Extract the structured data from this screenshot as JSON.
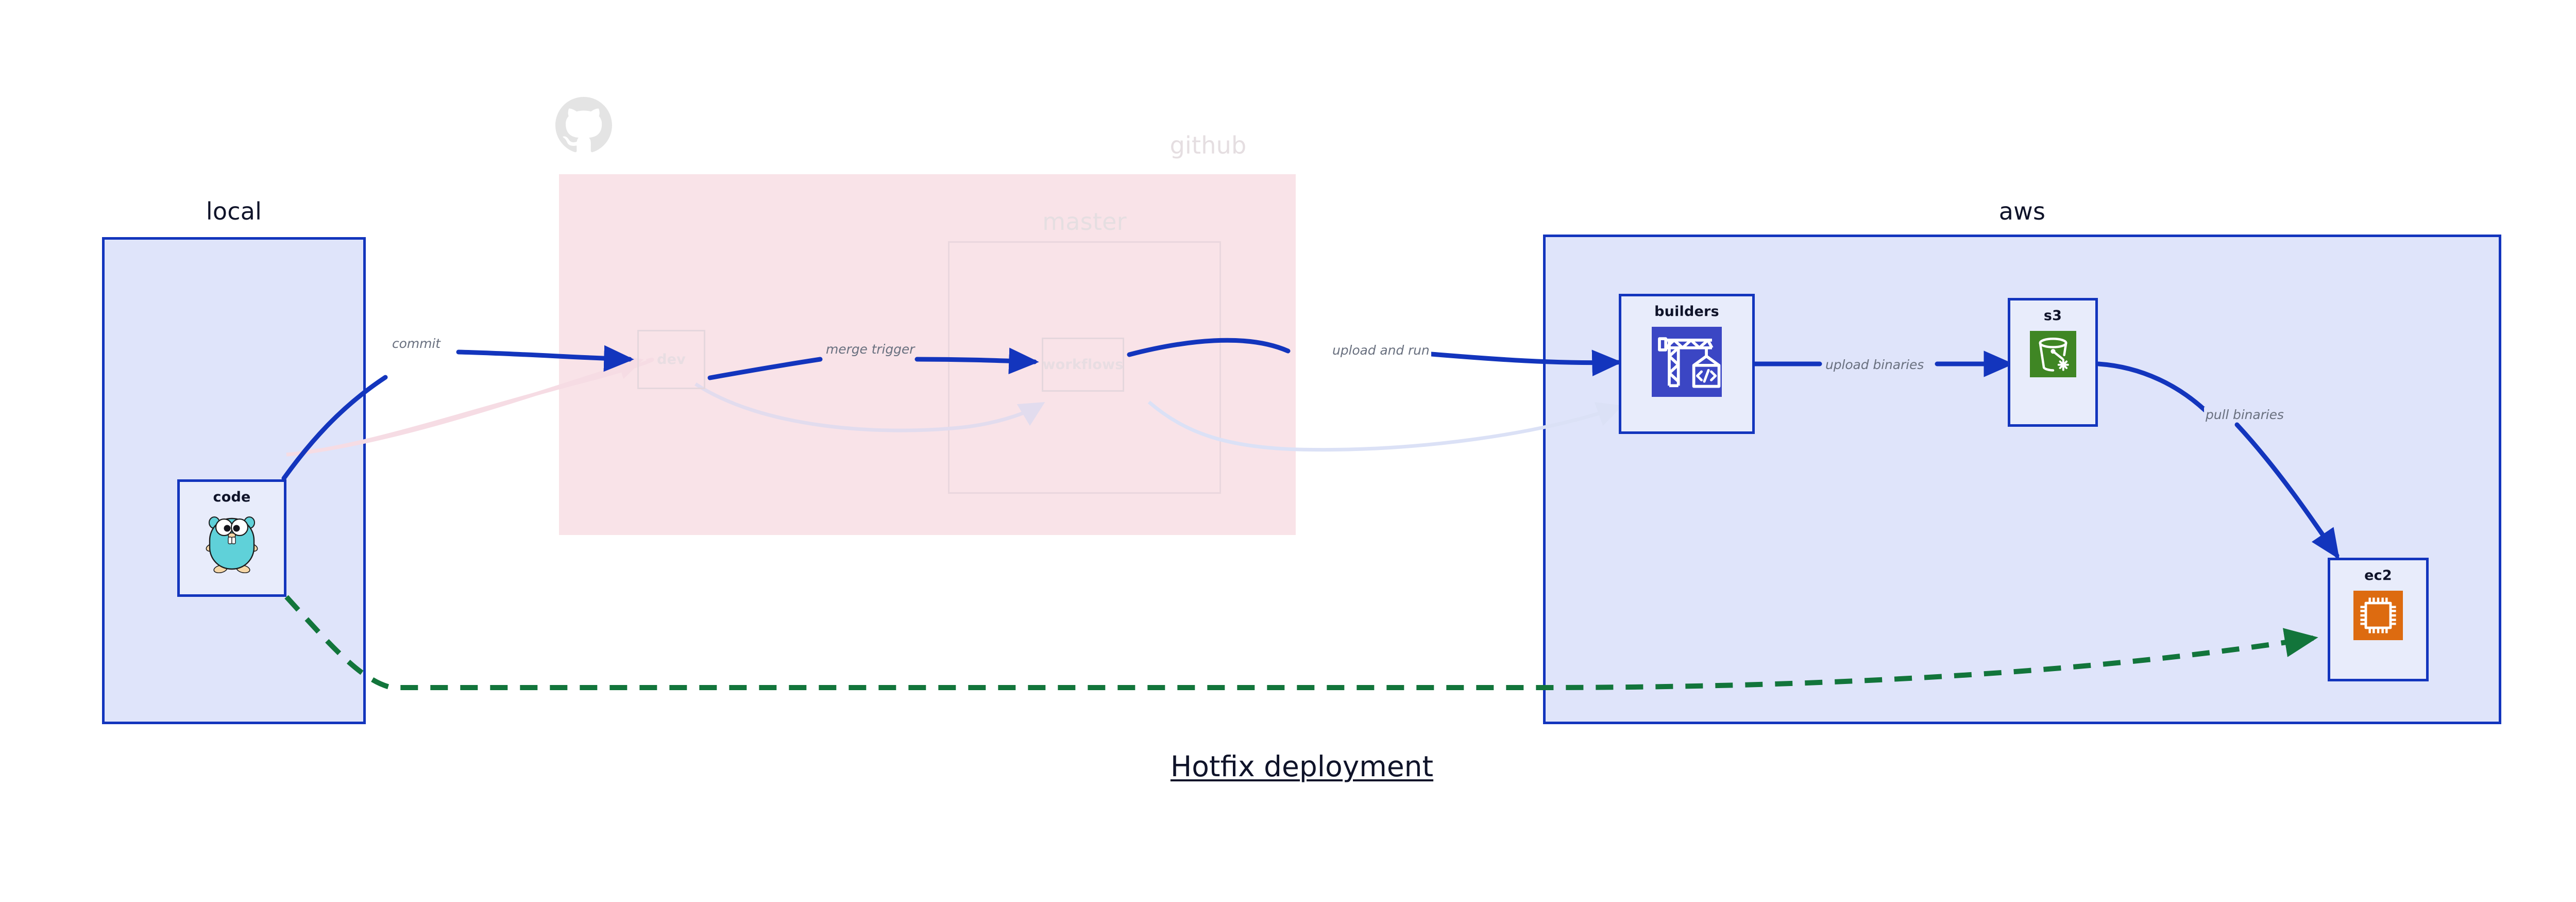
{
  "diagram": {
    "title": "Hotfix deployment",
    "colors": {
      "accent_blue": "#1335bd",
      "group_blue_fill": "#dfe4fa",
      "node_fill": "#e8ecfb",
      "github_pink_fill": "#f9e3e8",
      "edge_blue": "#1335bd",
      "edge_green": "#12753b",
      "label_gray": "#69707f",
      "text_dark": "#0f1329",
      "s3_green": "#3f8624",
      "ec2_orange": "#dd6b10",
      "builders_indigo": "#3b46c4",
      "gopher_cyan": "#5fd1d9",
      "dim_gray": "#e5dee1"
    }
  },
  "groups": [
    {
      "id": "local",
      "label": "local",
      "dimmed": false
    },
    {
      "id": "github",
      "label": "github",
      "dimmed": true
    },
    {
      "id": "master",
      "label": "master",
      "dimmed": true
    },
    {
      "id": "aws",
      "label": "aws",
      "dimmed": false
    }
  ],
  "nodes": [
    {
      "id": "code",
      "label": "code",
      "icon": "go-gopher-icon",
      "group": "local",
      "dimmed": false
    },
    {
      "id": "dev",
      "label": "dev",
      "icon": "none",
      "group": "github",
      "dimmed": true
    },
    {
      "id": "workflows",
      "label": "workflows",
      "icon": "none",
      "group": "master",
      "dimmed": true
    },
    {
      "id": "builders",
      "label": "builders",
      "icon": "crane-code-icon",
      "group": "aws",
      "dimmed": false
    },
    {
      "id": "s3",
      "label": "s3",
      "icon": "s3-bucket-icon",
      "group": "aws",
      "dimmed": false
    },
    {
      "id": "ec2",
      "label": "ec2",
      "icon": "cpu-chip-icon",
      "group": "aws",
      "dimmed": false
    }
  ],
  "edges": [
    {
      "id": "commit",
      "label": "commit",
      "from": "code",
      "to": "dev",
      "style": "solid",
      "color": "#1335bd",
      "dimmed": false
    },
    {
      "id": "merge-trigger",
      "label": "merge trigger",
      "from": "dev",
      "to": "workflows",
      "style": "solid",
      "color": "#1335bd",
      "dimmed": false
    },
    {
      "id": "upload-and-run",
      "label": "upload and run",
      "from": "workflows",
      "to": "builders",
      "style": "solid",
      "color": "#1335bd",
      "dimmed": false
    },
    {
      "id": "upload-binaries",
      "label": "upload binaries",
      "from": "builders",
      "to": "s3",
      "style": "solid",
      "color": "#1335bd",
      "dimmed": false
    },
    {
      "id": "pull-binaries",
      "label": "pull binaries",
      "from": "s3",
      "to": "ec2",
      "style": "solid",
      "color": "#1335bd",
      "dimmed": false
    },
    {
      "id": "hotfix-direct",
      "label": "",
      "from": "code",
      "to": "ec2",
      "style": "dashed",
      "color": "#12753b",
      "dimmed": false
    },
    {
      "id": "faded-code-dev",
      "label": "",
      "from": "code",
      "to": "dev",
      "style": "solid",
      "color": "#f5dde4",
      "dimmed": true
    },
    {
      "id": "faded-dev-wf",
      "label": "",
      "from": "dev",
      "to": "workflows",
      "style": "solid",
      "color": "#e3dce8",
      "dimmed": true
    },
    {
      "id": "faded-wf-build",
      "label": "",
      "from": "workflows",
      "to": "builders",
      "style": "solid",
      "color": "#dde2f5",
      "dimmed": true
    }
  ],
  "icons": {
    "github_logo": "github-octocat-icon"
  }
}
